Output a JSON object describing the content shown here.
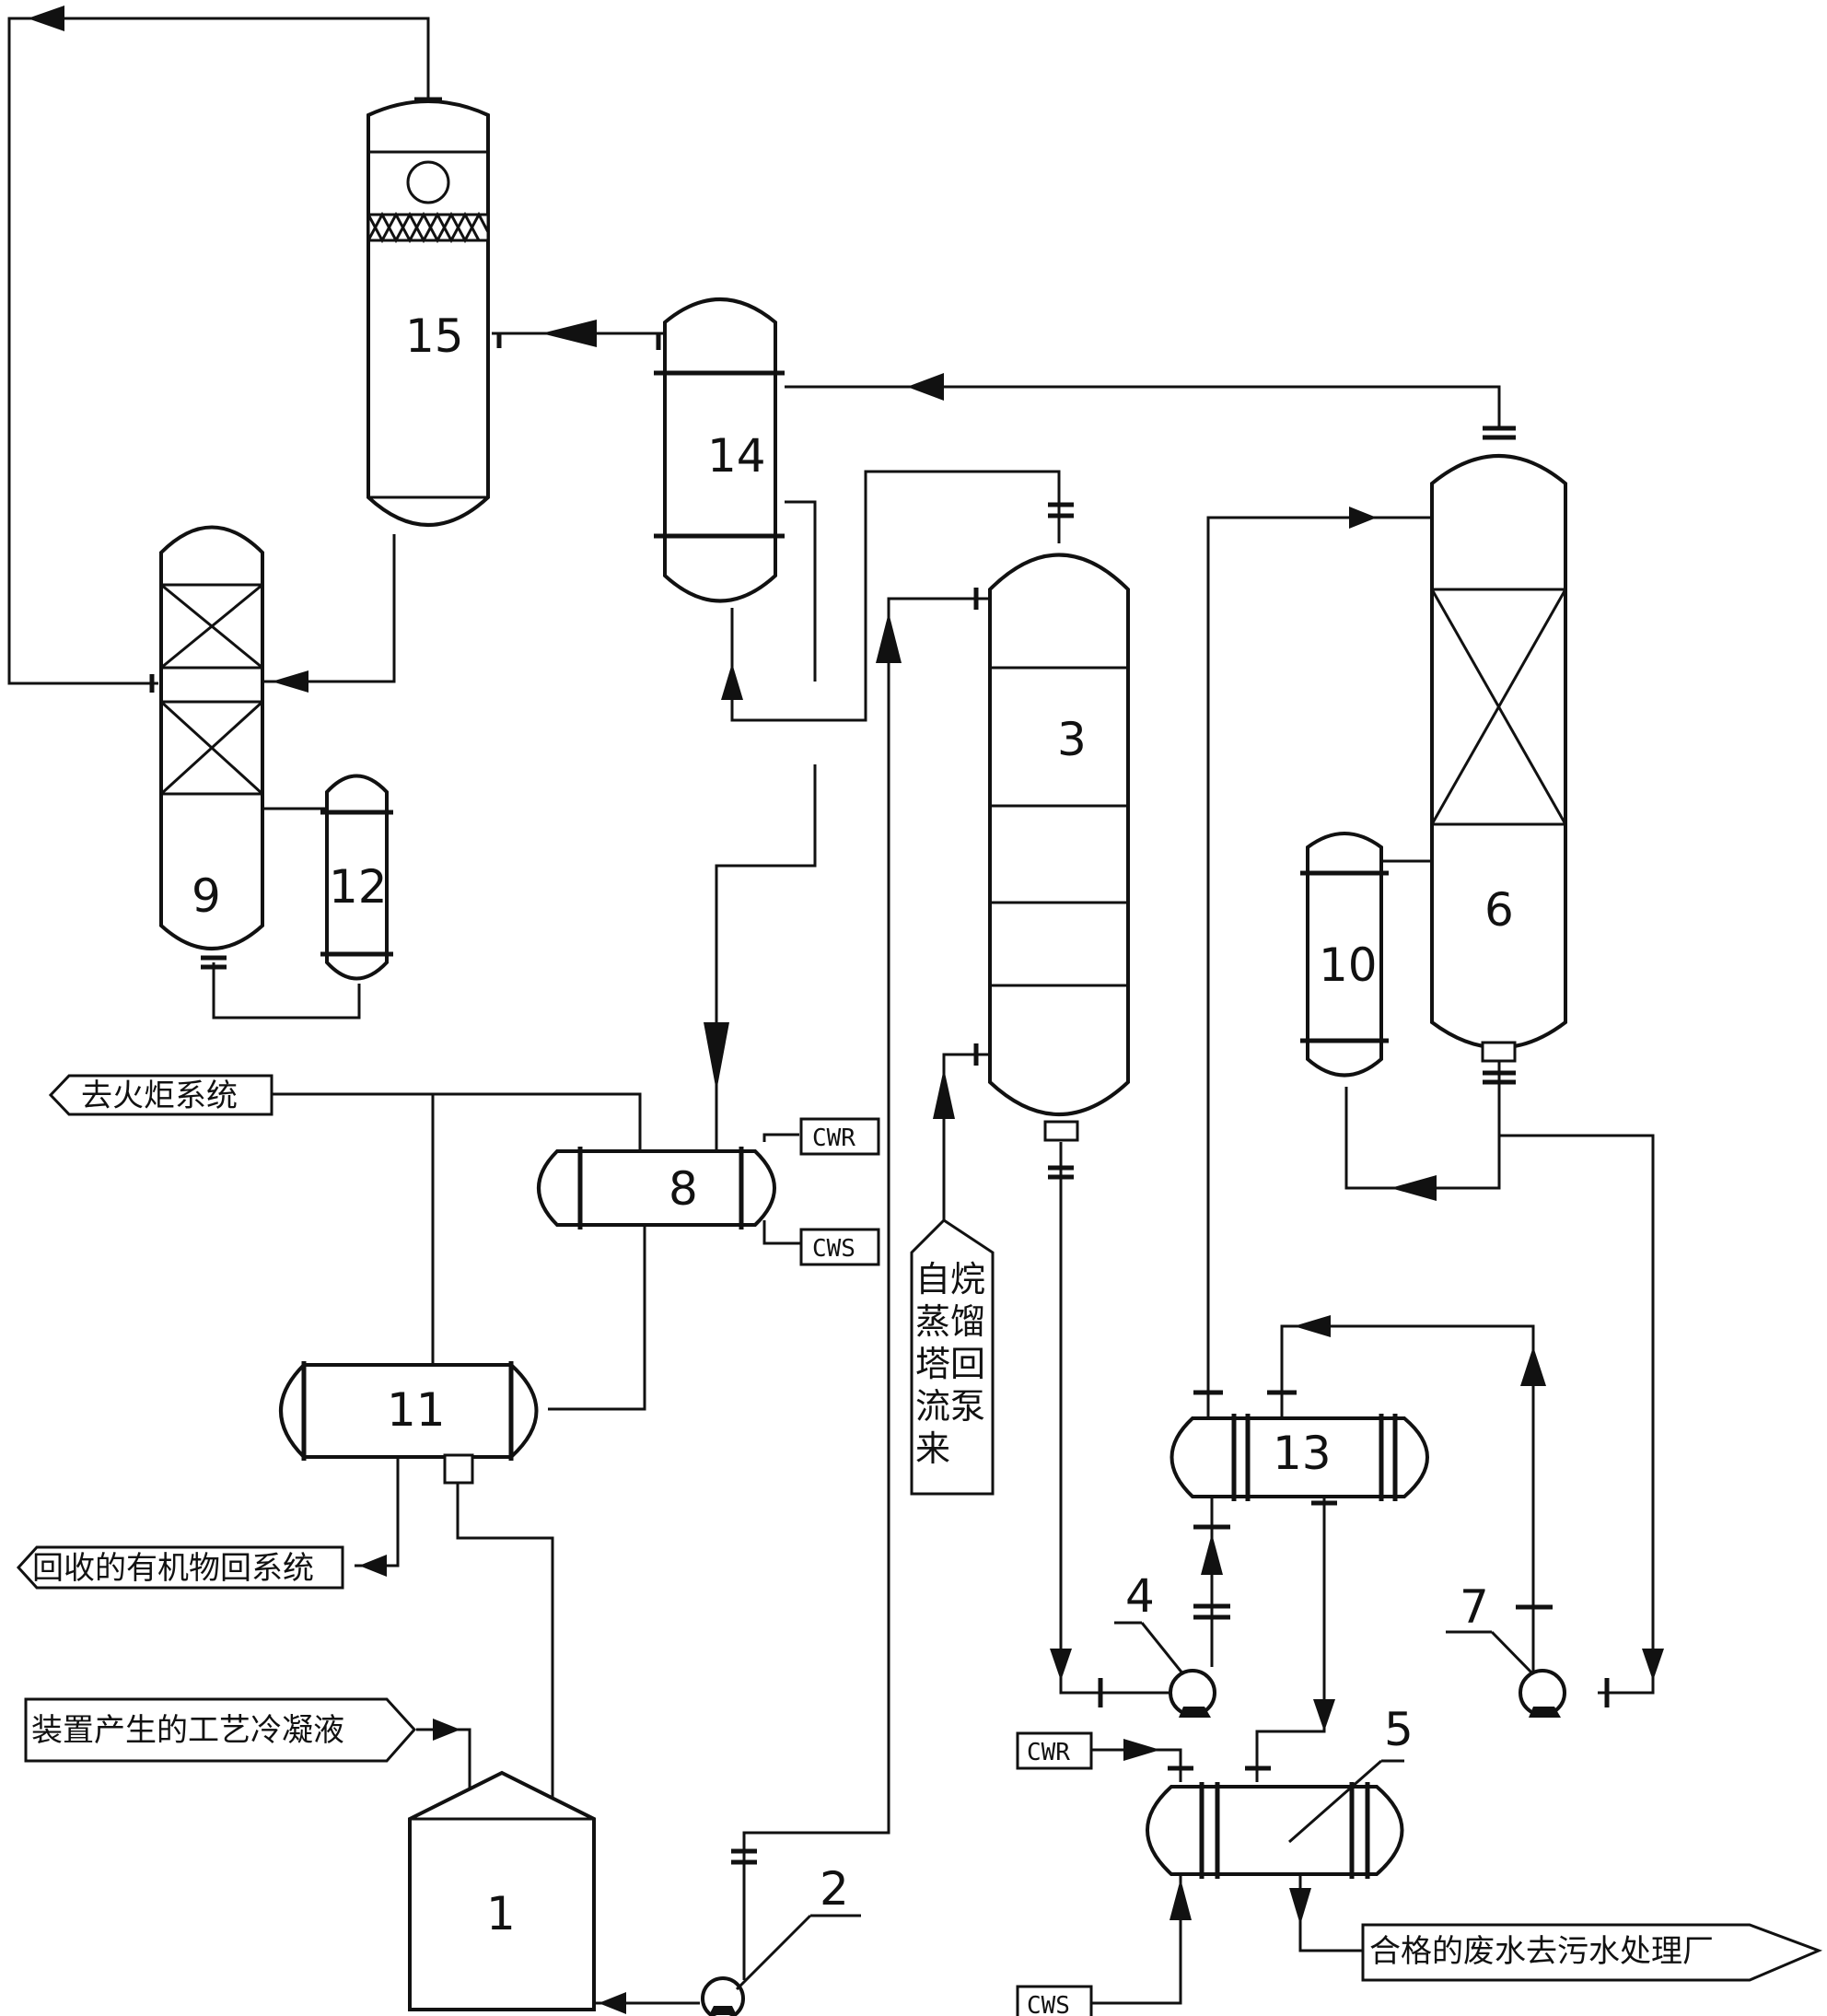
{
  "equipment_numbers": {
    "n1": "1",
    "n2": "2",
    "n3": "3",
    "n4": "4",
    "n5": "5",
    "n6": "6",
    "n7": "7",
    "n8": "8",
    "n9": "9",
    "n10": "10",
    "n11": "11",
    "n12": "12",
    "n13": "13",
    "n14": "14",
    "n15": "15"
  },
  "labels": {
    "to_flare": "去火炬系统",
    "recovered_organics": "回收的有机物回系统",
    "process_condensate": "装置产生的工艺冷凝液",
    "qualified_wastewater": "合格的废水去污水处理厂",
    "reflux_pump_lines": [
      "自烷",
      "蒸馏",
      "塔回",
      "流泵",
      "来"
    ]
  },
  "utilities": {
    "cwr_8": "CWR",
    "cws_8": "CWS",
    "cwr_5": "CWR",
    "cws_5": "CWS"
  }
}
